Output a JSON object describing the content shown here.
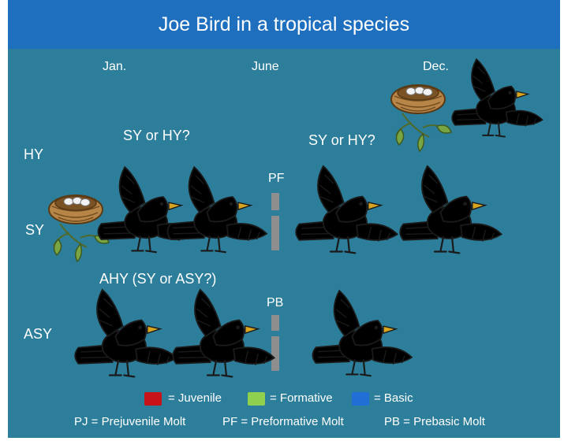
{
  "title": "Joe Bird in a tropical species",
  "months": {
    "jan": "Jan.",
    "june": "June",
    "dec": "Dec."
  },
  "rows": {
    "hy": "HY",
    "sy": "SY",
    "asy": "ASY"
  },
  "questions": {
    "sy_hy_left": "SY or HY?",
    "sy_hy_right": "SY or HY?",
    "ahy": "AHY (SY or ASY?)"
  },
  "molt_markers": {
    "pf": "PF",
    "pb": "PB"
  },
  "colors": {
    "juvenile": "#c81418",
    "formative": "#8fd14f",
    "basic": "#1f6fd6",
    "background": "#2d7e9a",
    "title_bar": "#1f6fbf"
  },
  "legend": [
    {
      "color": "#c81418",
      "label": "= Juvenile"
    },
    {
      "color": "#8fd14f",
      "label": "= Formative"
    },
    {
      "color": "#1f6fd6",
      "label": "= Basic"
    }
  ],
  "abbreviations": [
    {
      "label": "PJ = Prejuvenile Molt"
    },
    {
      "label": "PF = Preformative Molt"
    },
    {
      "label": "PB = Prebasic Molt"
    }
  ],
  "icons": [
    "nest-icon",
    "bird-icon"
  ]
}
